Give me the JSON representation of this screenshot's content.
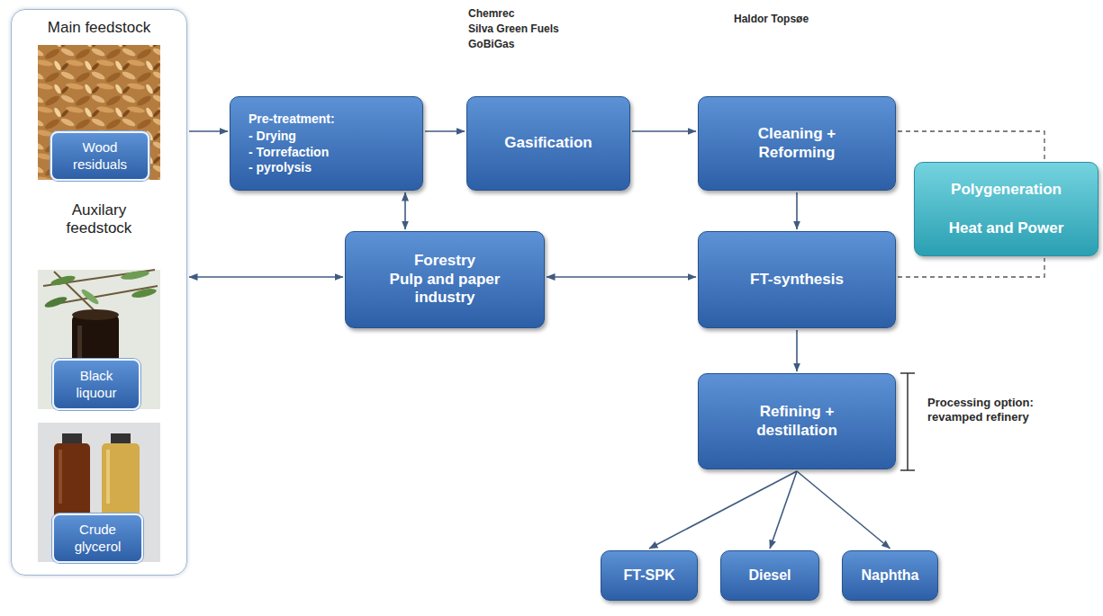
{
  "diagram": {
    "nodes": [
      {
        "text": [
          "Main feedstock",
          "Auxilary feedstock"
        ]
      },
      {
        "text": [
          "Wood residuals"
        ],
        "in": 0
      },
      {
        "text": [
          "Black liquour"
        ],
        "in": 0
      },
      {
        "text": [
          "Crude glycerol"
        ],
        "in": 0
      },
      {
        "text": [
          "Pre-treatment:",
          "- Drying",
          "- Torrefaction",
          "- pyrolysis"
        ]
      },
      {
        "text": [
          "Gasification"
        ]
      },
      {
        "text": [
          "Cleaning + Reforming"
        ]
      },
      {
        "text": [
          "Polygeneration",
          "Heat and Power"
        ]
      },
      {
        "text": [
          "Forestry",
          "Pulp and paper industry"
        ]
      },
      {
        "text": [
          "FT-synthesis"
        ]
      },
      {
        "text": [
          "Refining + destillation"
        ]
      },
      {
        "text": [
          "FT-SPK"
        ]
      },
      {
        "text": [
          "Diesel"
        ]
      },
      {
        "text": [
          "Naphtha"
        ]
      }
    ],
    "edges": [
      {
        "from": 0,
        "to": 4,
        "arrow": "to"
      },
      {
        "from": 4,
        "to": 5,
        "arrow": "to"
      },
      {
        "from": 5,
        "to": 6,
        "arrow": "to"
      },
      {
        "from": 4,
        "to": 8,
        "arrow": "both"
      },
      {
        "from": 0,
        "to": 8,
        "arrow": "both"
      },
      {
        "from": 8,
        "to": 9,
        "arrow": "both"
      },
      {
        "from": 6,
        "to": 9,
        "arrow": "to"
      },
      {
        "from": 6,
        "to": 7,
        "arrow": "none"
      },
      {
        "from": 9,
        "to": 7,
        "arrow": "none"
      },
      {
        "from": 9,
        "to": 10,
        "arrow": "to"
      },
      {
        "from": 10,
        "to": 11,
        "arrow": "to"
      },
      {
        "from": 10,
        "to": 12,
        "arrow": "to"
      },
      {
        "from": 10,
        "to": 13,
        "arrow": "to"
      }
    ],
    "labels": [
      "Chemrec",
      "Silva Green Fuels",
      "GoBiGas",
      "Haldor Topsøe",
      "Processing option: revamped refinery"
    ]
  }
}
